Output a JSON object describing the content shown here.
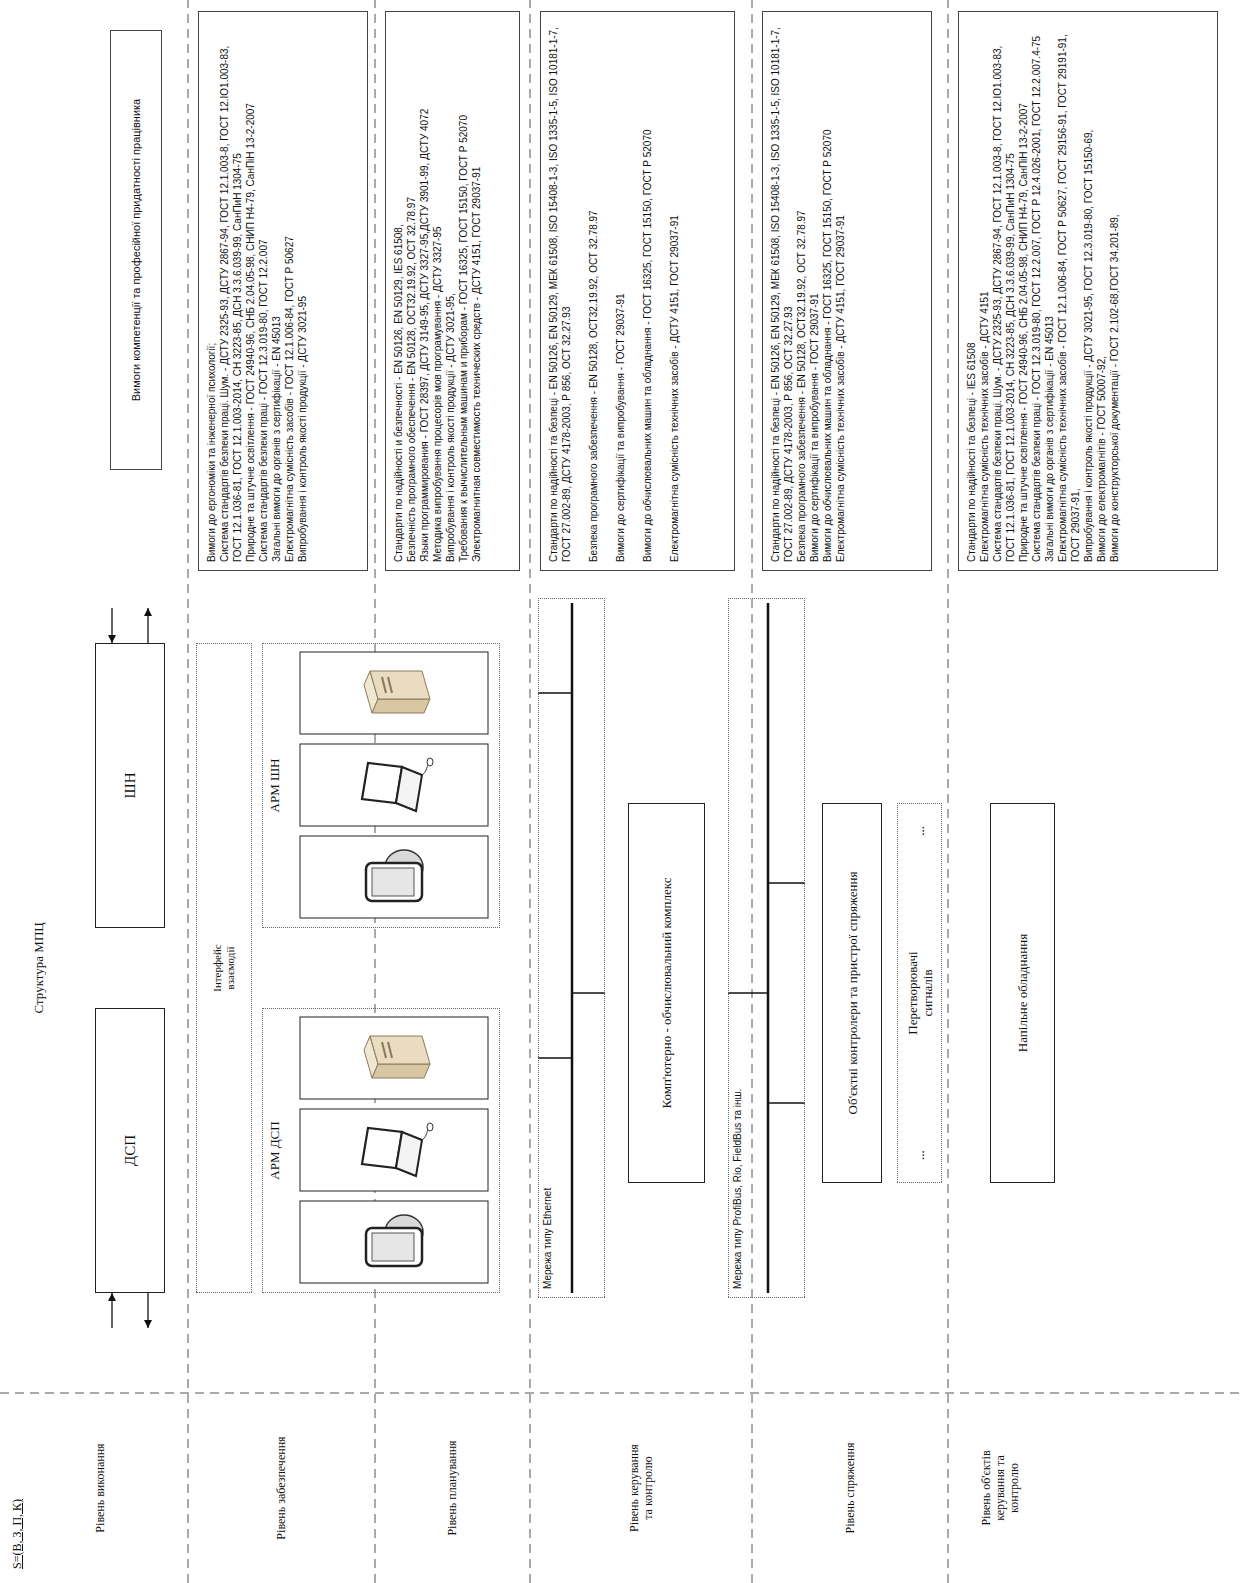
{
  "diagram": {
    "title": "Структура МПЦ",
    "nodes": [
      {
        "text": [
          "ДСП"
        ]
      },
      {
        "text": [
          "ШН"
        ]
      },
      {
        "text": [
          "Інтерфейс взаємодії"
        ]
      },
      {
        "text": [
          "АРМ ДСП"
        ]
      },
      {
        "text": [
          "АРМ ШН"
        ]
      },
      {
        "text": [
          "Мережа типу Ethernet"
        ]
      },
      {
        "text": [
          "Комп'ютерно - обчислювальний комплекс"
        ]
      },
      {
        "text": [
          "Мережа типу ProfiBus, Rio, FieldBus та інш."
        ]
      },
      {
        "text": [
          "Об'єктні контролери та пристрої спряження"
        ]
      },
      {
        "text": [
          "...",
          "Перетворювачі сигналів",
          "..."
        ]
      },
      {
        "text": [
          "Напільне обладнання"
        ]
      },
      {
        "text": [
          "Вимоги компетенції та професійної придатності працівника"
        ]
      },
      {
        "text": [
          "Вимоги до ергономіки та інженерної психології;",
          "Система стандартів безпеки праці. Шум. - ДСТУ 2325-93, ДСТУ 2867-94, ГОСТ 12.1.003-8, ГОСТ 12.IO1.003-83, ГОСТ 12.1.036-81, ГОСТ 12.1.003-2014, СН 3223-85, ДСН 3.3.6.039-99, СанПиН 1304-75",
          "Природне та штучне освітлення - ГОСТ 24940-96, СНБ 2.04.05-98, СНИП Н4-79, СанПіН 13-2-2007",
          "Система стандартів безпеки праці - ГОСТ 12.3.019-80, ГОСТ 12.2.007",
          "Загальні вимоги до органів з сертифікації - EN 45013",
          "Електромагнітна сумісність засобів - ГОСТ 12.1.006-84, ГОСТ Р 50627",
          "Випробування і контроль якості продукції - ДСТУ 3021-95"
        ]
      },
      {
        "text": [
          "Стандарти по надійності и безпечності - EN 50126, EN 50129, IES 61508,",
          "Безпечність програмного обеспечення - EN 50128, ОСТ32.19.92, ОСТ 32.78.97",
          "Языки программирования - ГОСТ 28397, ДСТУ 3149-95, ДСТУ 3327-95,ДСТУ 3901-99, ДСТУ 4072",
          "Методика випробування процесорів мов програмування - ДСТУ 3327-95",
          "Випробування і контроль якості продукції - ДСТУ 3021-95,",
          "Требования к вычислительным машинам и приборам - ГОСТ 16325, ГОСТ 15150, ГОСТ Р 52070",
          "Электромагнитная совместимость технических средств - ДСТУ 4151, ГОСТ 29037-91"
        ]
      },
      {
        "text": [
          "Стандарти по надійності та безпеці - EN 50126, EN 50129, МЕК 61508, ISO 15408-1-3, ISO 1335-1-5, ISO 10181-1-7, ГОСТ 27.002-89, ДСТУ 4178-2003, Р 856, ОСТ 32.27.93",
          "Безпека програмного забезпечення - EN 50128, ОСТ32.19.92, ОСТ 32.78.97",
          "Вимоги до сертифікації та випробування - ГОСТ 29037-91",
          "Вимоги до обчислювальних машин та обладнання - ГОСТ 16325, ГОСТ 15150, ГОСТ Р 52070",
          "Електромагнітна сумісність технічних засобів - ДСТУ 4151, ГОСТ 29037-91"
        ]
      },
      {
        "text": [
          "Стандарти по надійності та безпеці - EN 50126, EN 50129, МЕК 61508, ISO 15408-1-3, ISO 1335-1-5, ISO 10181-1-7, ГОСТ 27.002-89, ДСТУ 4178-2003, Р 856, ОСТ 32.27.93",
          "Безпека програмного забезпечення - EN 50128, ОСТ32.19.92, ОСТ 32.78.97",
          "Вимоги до сертифікації та випробування - ГОСТ 29037-91",
          "Вимоги до обчислювальних машин та обладнання - ГОСТ 16325, ГОСТ 15150, ГОСТ Р 52070",
          "Електромагнітна сумісність технічних засобів - ДСТУ 4151, ГОСТ 29037-91"
        ]
      },
      {
        "text": [
          "Стандарти по надійності та безпеці - IES 61508",
          "Електромагнітна сумісність технічних засобів - ДСТУ 4151",
          "Система стандартів безпеки праці. Шум. - ДСТУ 2325-93, ДСТУ 2867-94, ГОСТ 12.1.003-8, ГОСТ 12.IO1.003-83, ГОСТ 12.1.036-81, ГОСТ 12.1.003-2014, СН 3223-85, ДСН 3.3.6.039-99, СанПиН 1304-75",
          "Природне та штучне освітлення - ГОСТ 24940-96, СНБ 2.04.05-98, СНИП Н4-79, СанПіН 13-2-2007",
          "Система стандартів безпеки праці - ГОСТ 12.3.019-80, ГОСТ 12.2.007, ГОСТ Р 12.4.026-2001, ГОСТ 12.2.007.4-75",
          "Загальні вимоги до органів з сертифікації - EN 45013",
          "Електромагнітна сумісність технічних засобів - ГОСТ 12.1.006-84, ГОСТ Р 50627, ГОСТ 29156-91, ГОСТ 29191-91, ГОСТ 29037-91,",
          "Випробування і контроль якості продукції - ДСТУ 3021-95, ГОСТ 12.3.019-80, ГОСТ 15150-69,",
          "Вимоги до електромагнітів - ГОСТ 50007-92,",
          "Вимоги до конструкторської документації - ГОСТ 2.102-68,ГОСТ 34.201-89,"
        ]
      }
    ],
    "edges": [
      {
        "from": 0,
        "to": 1,
        "arrow": "to"
      },
      {
        "from": 1,
        "to": 0,
        "arrow": "to"
      },
      {
        "from": 3,
        "to": 0,
        "arrow": "to"
      },
      {
        "from": 0,
        "to": 3,
        "arrow": "to"
      },
      {
        "from": 3,
        "to": 0,
        "arrow": "to"
      },
      {
        "from": 0,
        "to": 3,
        "arrow": "to"
      },
      {
        "from": 3,
        "to": 0,
        "arrow": "to"
      },
      {
        "from": 0,
        "to": 3,
        "arrow": "to"
      },
      {
        "from": 4,
        "to": 1,
        "arrow": "to"
      },
      {
        "from": 1,
        "to": 4,
        "arrow": "to"
      },
      {
        "from": 4,
        "to": 1,
        "arrow": "to"
      },
      {
        "from": 1,
        "to": 4,
        "arrow": "to"
      },
      {
        "from": 4,
        "to": 1,
        "arrow": "to"
      },
      {
        "from": 1,
        "to": 4,
        "arrow": "to"
      },
      {
        "from": 3,
        "to": 5,
        "arrow": "both"
      },
      {
        "from": 4,
        "to": 5,
        "arrow": "both"
      },
      {
        "from": 5,
        "to": 6,
        "arrow": "to"
      },
      {
        "from": 6,
        "to": 7,
        "arrow": "both"
      },
      {
        "from": 7,
        "to": 8,
        "arrow": "to"
      },
      {
        "from": 8,
        "to": 7,
        "arrow": "to"
      },
      {
        "from": 8,
        "to": 10,
        "arrow": "to"
      },
      {
        "from": 10,
        "to": 8,
        "arrow": "to"
      }
    ],
    "labels": [
      "S=(В, З, П, К)",
      "Рівень виконання",
      "Рівень забезпечення",
      "Рівень планування",
      "Рівень керування та контролю",
      "Рівень спряження",
      "Рівень об'єктів керування та контролю"
    ]
  }
}
